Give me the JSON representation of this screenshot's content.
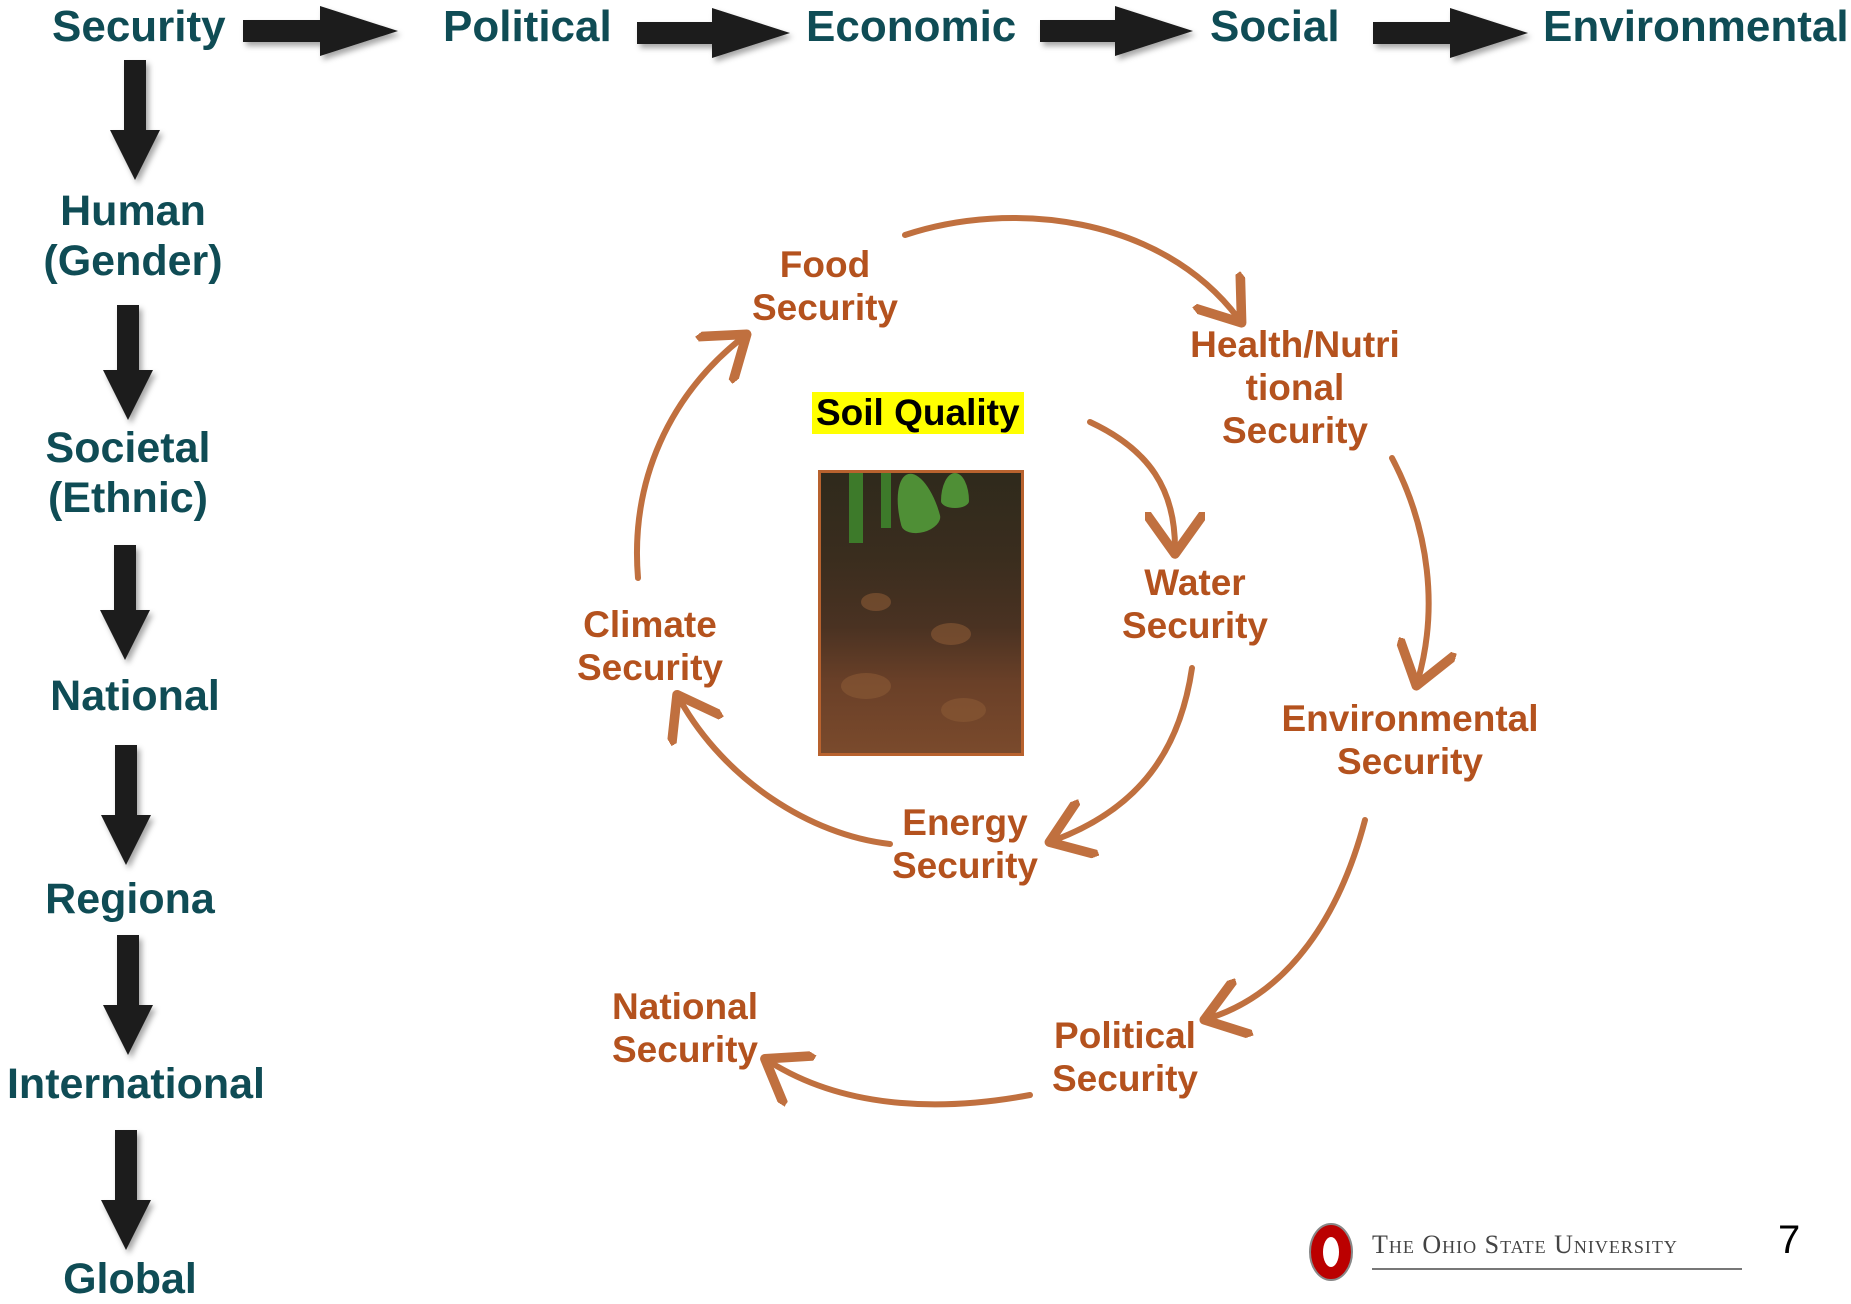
{
  "top_row": {
    "security": "Security",
    "political": "Political",
    "economic": "Economic",
    "social": "Social",
    "environmental": "Environmental"
  },
  "left_column": {
    "human_1": "Human",
    "human_2": "(Gender)",
    "societal_1": "Societal",
    "societal_2": "(Ethnic)",
    "national": "National",
    "regional": "Regiona",
    "international": "International",
    "global": "Global"
  },
  "cycle": {
    "food_1": "Food",
    "food_2": "Security",
    "health_1": "Health/Nutri",
    "health_2": "tional",
    "health_3": "Security",
    "environmental_1": "Environmental",
    "environmental_2": "Security",
    "political_1": "Political",
    "political_2": "Security",
    "national_1": "National",
    "national_2": "Security",
    "climate_1": "Climate",
    "climate_2": "Security",
    "water_1": "Water",
    "water_2": "Security",
    "energy_1": "Energy",
    "energy_2": "Security",
    "soil_quality": "Soil Quality"
  },
  "footer": {
    "university": "The Ohio State University",
    "page_number": "7"
  },
  "colors": {
    "teal_text": "#0f4c55",
    "orange_text": "#b4521e",
    "arrow_orange": "#c0703f",
    "block_arrow": "#1a1a1a",
    "highlight": "#ffff00",
    "osu_scarlet": "#bb0000"
  }
}
